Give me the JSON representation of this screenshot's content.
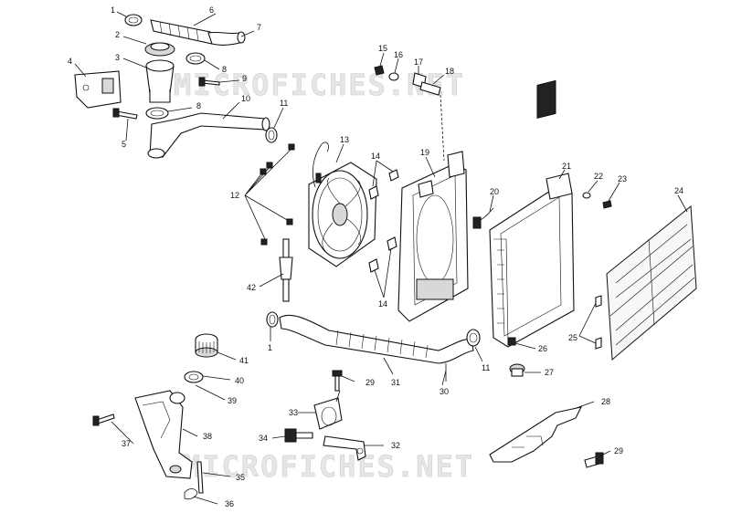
{
  "watermarks": [
    "MICROFICHES.NET",
    "MICROFICHES.NET"
  ],
  "callouts": [
    {
      "id": "c1a",
      "text": "1"
    },
    {
      "id": "c2",
      "text": "2"
    },
    {
      "id": "c3",
      "text": "3"
    },
    {
      "id": "c4",
      "text": "4"
    },
    {
      "id": "c5",
      "text": "5"
    },
    {
      "id": "c6",
      "text": "6"
    },
    {
      "id": "c7",
      "text": "7"
    },
    {
      "id": "c8a",
      "text": "8"
    },
    {
      "id": "c9",
      "text": "9"
    },
    {
      "id": "c8b",
      "text": "8"
    },
    {
      "id": "c10",
      "text": "10"
    },
    {
      "id": "c11a",
      "text": "11"
    },
    {
      "id": "c12",
      "text": "12"
    },
    {
      "id": "c13",
      "text": "13"
    },
    {
      "id": "c14a",
      "text": "14"
    },
    {
      "id": "c15",
      "text": "15"
    },
    {
      "id": "c16",
      "text": "16"
    },
    {
      "id": "c17",
      "text": "17"
    },
    {
      "id": "c18",
      "text": "18"
    },
    {
      "id": "c19",
      "text": "19"
    },
    {
      "id": "c20",
      "text": "20"
    },
    {
      "id": "c21",
      "text": "21"
    },
    {
      "id": "c22",
      "text": "22"
    },
    {
      "id": "c23",
      "text": "23"
    },
    {
      "id": "c24",
      "text": "24"
    },
    {
      "id": "c14b",
      "text": "14"
    },
    {
      "id": "c42",
      "text": "42"
    },
    {
      "id": "c1b",
      "text": "1"
    },
    {
      "id": "c25",
      "text": "25"
    },
    {
      "id": "c26",
      "text": "26"
    },
    {
      "id": "c41",
      "text": "41"
    },
    {
      "id": "c40",
      "text": "40"
    },
    {
      "id": "c29a",
      "text": "29"
    },
    {
      "id": "c31",
      "text": "31"
    },
    {
      "id": "c30",
      "text": "30"
    },
    {
      "id": "c11b",
      "text": "11"
    },
    {
      "id": "c27",
      "text": "27"
    },
    {
      "id": "c39",
      "text": "39"
    },
    {
      "id": "c28",
      "text": "28"
    },
    {
      "id": "c33",
      "text": "33"
    },
    {
      "id": "c37",
      "text": "37"
    },
    {
      "id": "c38",
      "text": "38"
    },
    {
      "id": "c34",
      "text": "34"
    },
    {
      "id": "c32",
      "text": "32"
    },
    {
      "id": "c29b",
      "text": "29"
    },
    {
      "id": "c35",
      "text": "35"
    },
    {
      "id": "c36",
      "text": "36"
    }
  ]
}
